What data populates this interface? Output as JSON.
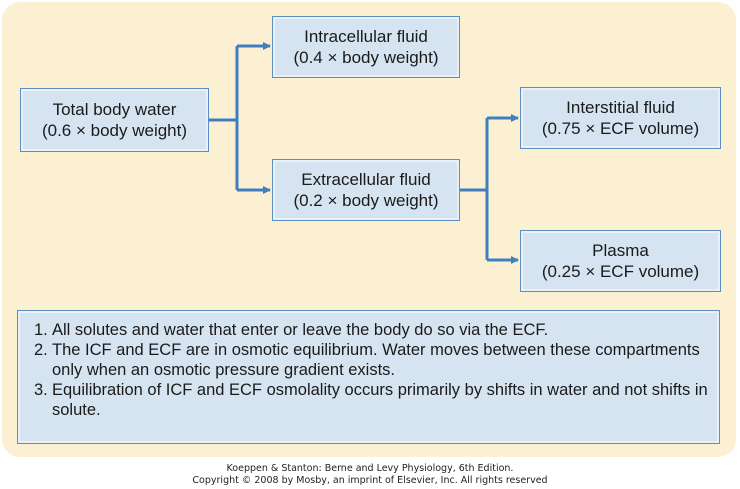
{
  "boxes": {
    "total": {
      "line1": "Total body water",
      "line2": "(0.6 × body weight)"
    },
    "icf": {
      "line1": "Intracellular fluid",
      "line2": "(0.4 × body weight)"
    },
    "ecf": {
      "line1": "Extracellular fluid",
      "line2": "(0.2 × body weight)"
    },
    "interstitial": {
      "line1": "Interstitial fluid",
      "line2": "(0.75 × ECF volume)"
    },
    "plasma": {
      "line1": "Plasma",
      "line2": "(0.25 × ECF volume)"
    }
  },
  "notes": [
    {
      "num": "1.",
      "text": "All solutes and water that enter or leave the body do so via the ECF."
    },
    {
      "num": "2.",
      "text": "The ICF and ECF are in osmotic equilibrium.  Water moves between these compartments only when an osmotic pressure gradient exists."
    },
    {
      "num": "3.",
      "text": "Equilibration of ICF and ECF osmolality occurs primarily by shifts in water and not shifts in solute."
    }
  ],
  "credit": {
    "line1": "Koeppen & Stanton: Berne and Levy Physiology, 6th Edition.",
    "line2": "Copyright © 2008 by Mosby, an imprint of Elsevier, Inc. All rights reserved"
  },
  "colors": {
    "panel": "#fbf1d2",
    "box_fill": "#d6e4f2",
    "box_border": "#5b8fc2",
    "arrow": "#3f7fc0"
  }
}
